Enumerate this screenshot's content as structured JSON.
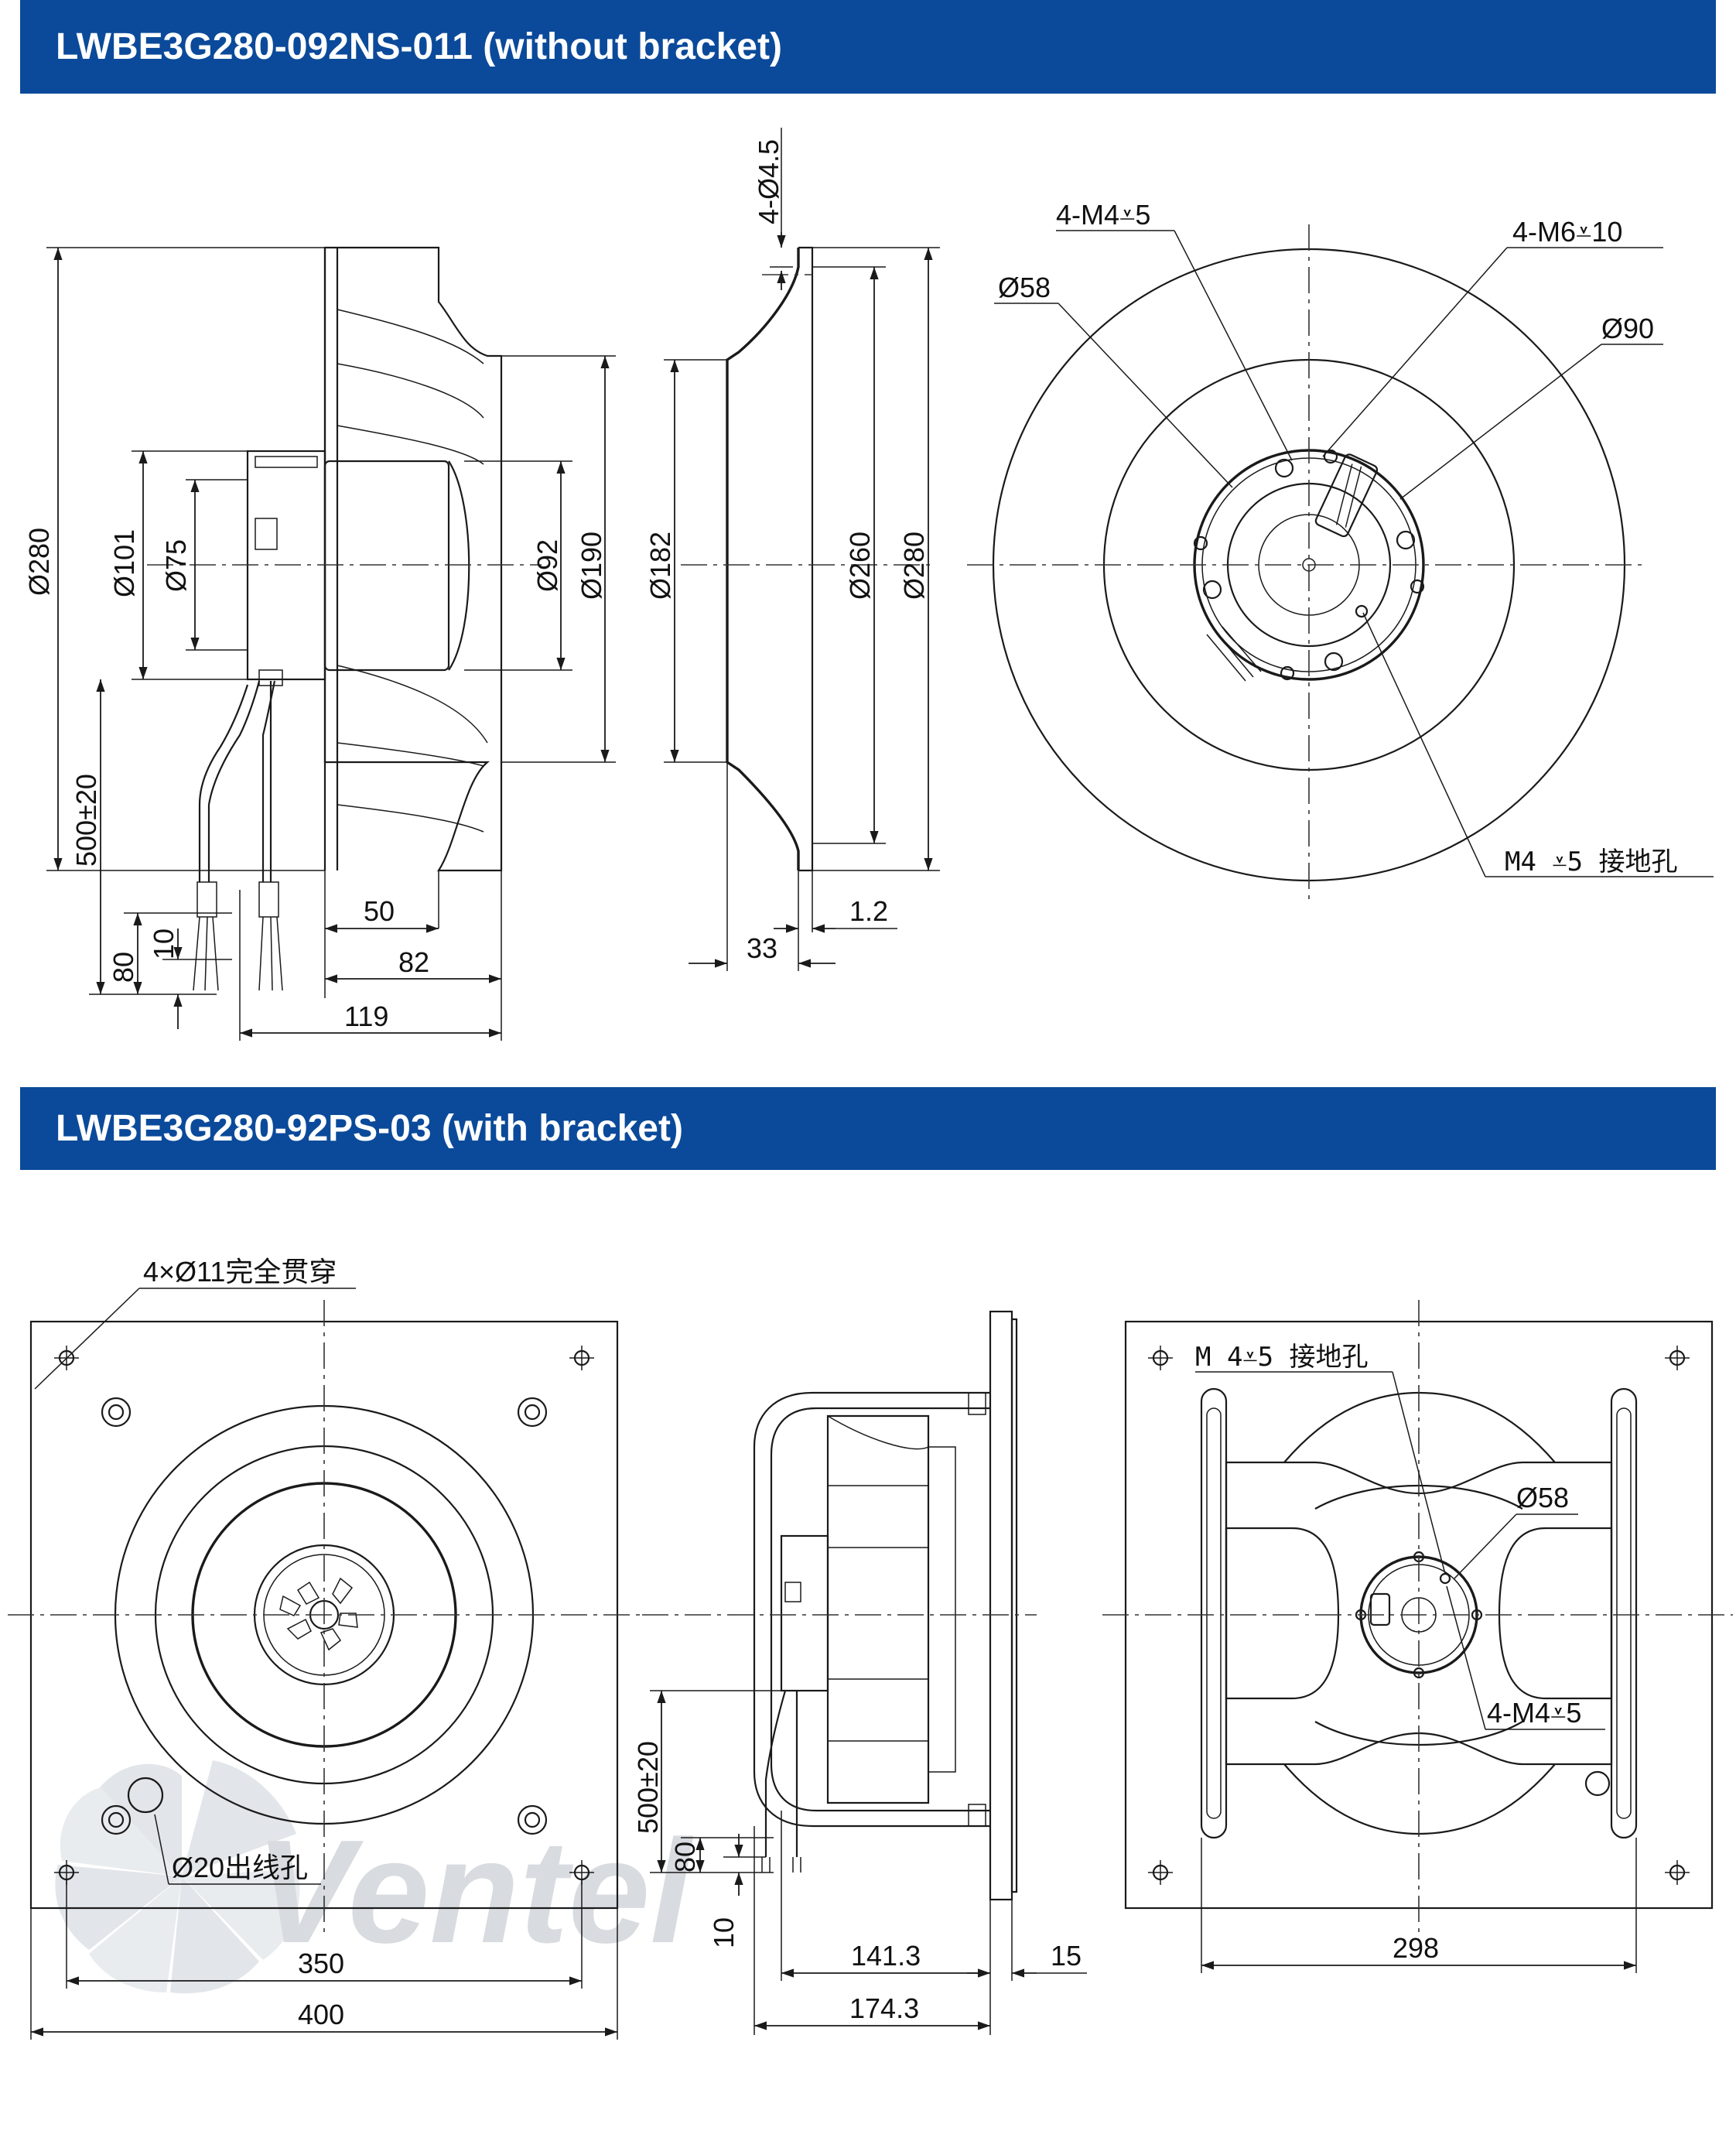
{
  "headers": {
    "top": "LWBE3G280-092NS-011 (without bracket)",
    "bottom": "LWBE3G280-92PS-03 (with bracket)"
  },
  "top_side": {
    "d280": "Ø280",
    "d101": "Ø101",
    "d75": "Ø75",
    "d92": "Ø92",
    "d190": "Ø190",
    "cable": "500±20",
    "l80": "80",
    "l10": "10",
    "l50": "50",
    "l82": "82",
    "l119": "119"
  },
  "top_profile": {
    "holes": "4-Ø4.5",
    "d182": "Ø182",
    "d260": "Ø260",
    "d280": "Ø280",
    "l33": "33",
    "l12": "1.2"
  },
  "top_front": {
    "m4": "4-M4⩡5",
    "m6": "4-M6⩡10",
    "d58": "Ø58",
    "d90": "Ø90",
    "ground": "M4 ⩡5  接地孔"
  },
  "bot_front": {
    "holes": "4×Ø11完全贯穿",
    "outlet": "Ø20出线孔",
    "w350": "350",
    "w400": "400",
    "watermark": "Ventel"
  },
  "bot_side": {
    "cable": "500±20",
    "l80": "80",
    "l10": "10",
    "l1413": "141.3",
    "l15": "15",
    "l1743": "174.3"
  },
  "bot_back": {
    "ground": "M 4⩡5  接地孔",
    "d58": "Ø58",
    "m4": "4-M4⩡5",
    "w298": "298"
  },
  "colors": {
    "banner": "#0b4a9a",
    "watermark_grey": "#d4d8dc",
    "watermark_blue": "#b8d4ee"
  }
}
